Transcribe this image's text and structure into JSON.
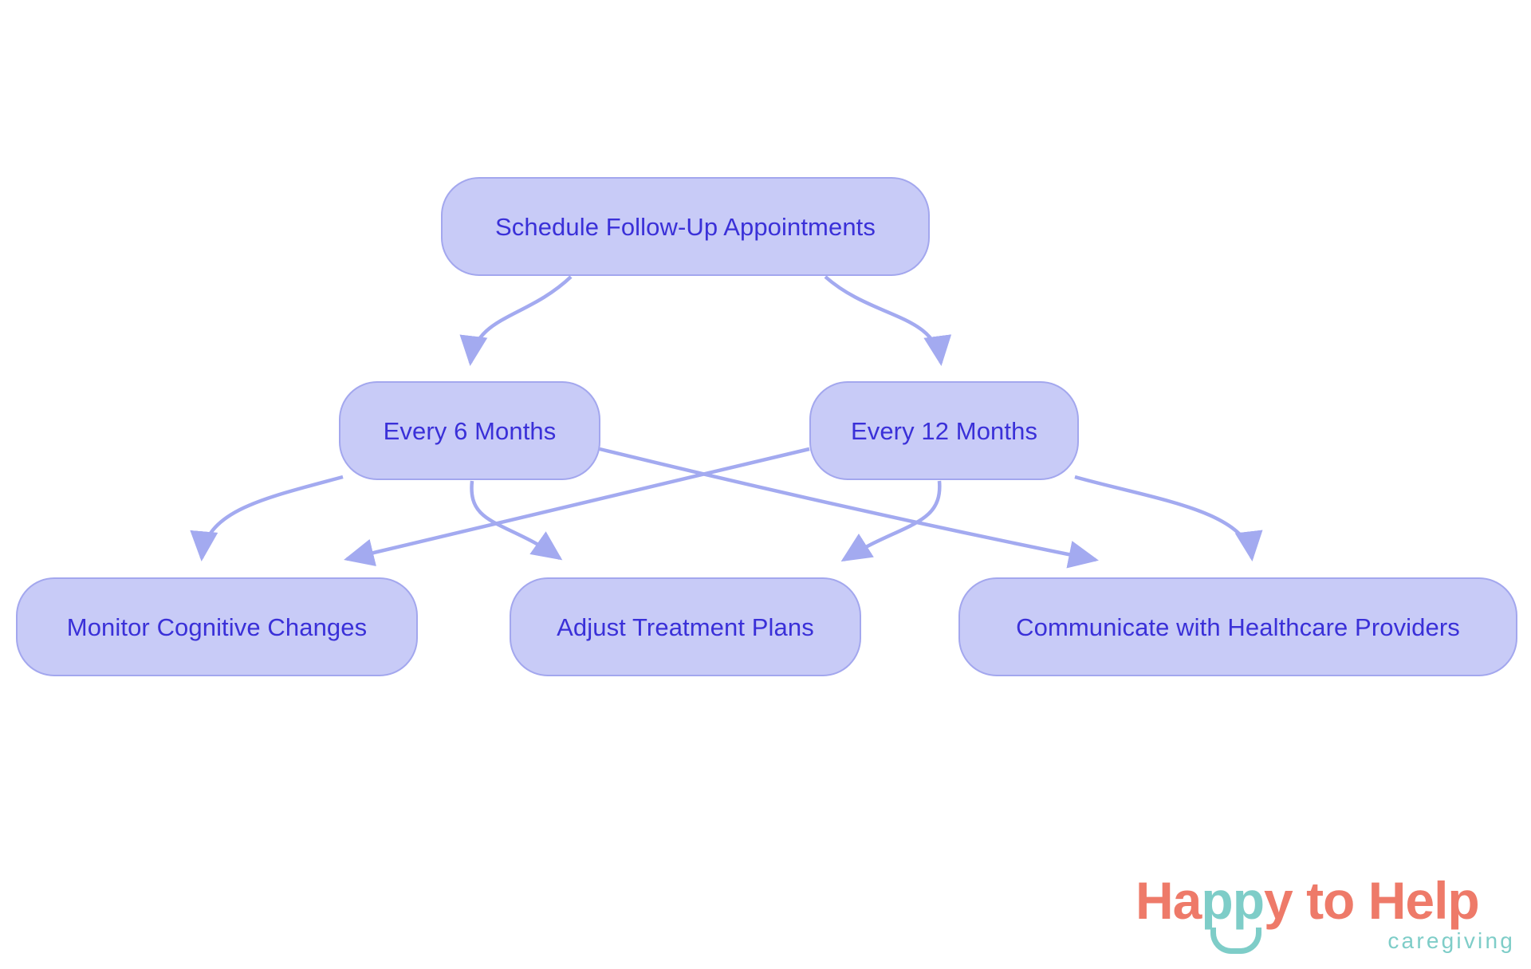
{
  "diagram": {
    "title": "Schedule Follow-Up Appointments",
    "type": "flowchart",
    "orientation": "top-down",
    "background_color": "#ffffff",
    "node_fill": "#c8cbf7",
    "node_border": "#a3a7ee",
    "node_text_color": "#3a30d8",
    "edge_color": "#a3aaf0",
    "nodes": [
      {
        "id": "root",
        "label": "Schedule Follow-Up Appointments",
        "level": 0
      },
      {
        "id": "6mo",
        "label": "Every 6 Months",
        "level": 1
      },
      {
        "id": "12mo",
        "label": "Every 12 Months",
        "level": 1
      },
      {
        "id": "monitor",
        "label": "Monitor Cognitive Changes",
        "level": 2
      },
      {
        "id": "adjust",
        "label": "Adjust Treatment Plans",
        "level": 2
      },
      {
        "id": "communicate",
        "label": "Communicate with Healthcare Providers",
        "level": 2
      }
    ],
    "edges": [
      {
        "from": "root",
        "to": "6mo"
      },
      {
        "from": "root",
        "to": "12mo"
      },
      {
        "from": "6mo",
        "to": "monitor"
      },
      {
        "from": "6mo",
        "to": "adjust"
      },
      {
        "from": "6mo",
        "to": "communicate"
      },
      {
        "from": "12mo",
        "to": "monitor"
      },
      {
        "from": "12mo",
        "to": "adjust"
      },
      {
        "from": "12mo",
        "to": "communicate"
      }
    ]
  },
  "logo": {
    "word_one": "Happy",
    "word_one_coral_prefix": "Ha",
    "word_one_teal_middle": "pp",
    "word_one_coral_suffix": "y",
    "word_rest": " to Help",
    "tagline": "caregiving",
    "coral": "#ee7a69",
    "teal": "#7ecdc8"
  }
}
